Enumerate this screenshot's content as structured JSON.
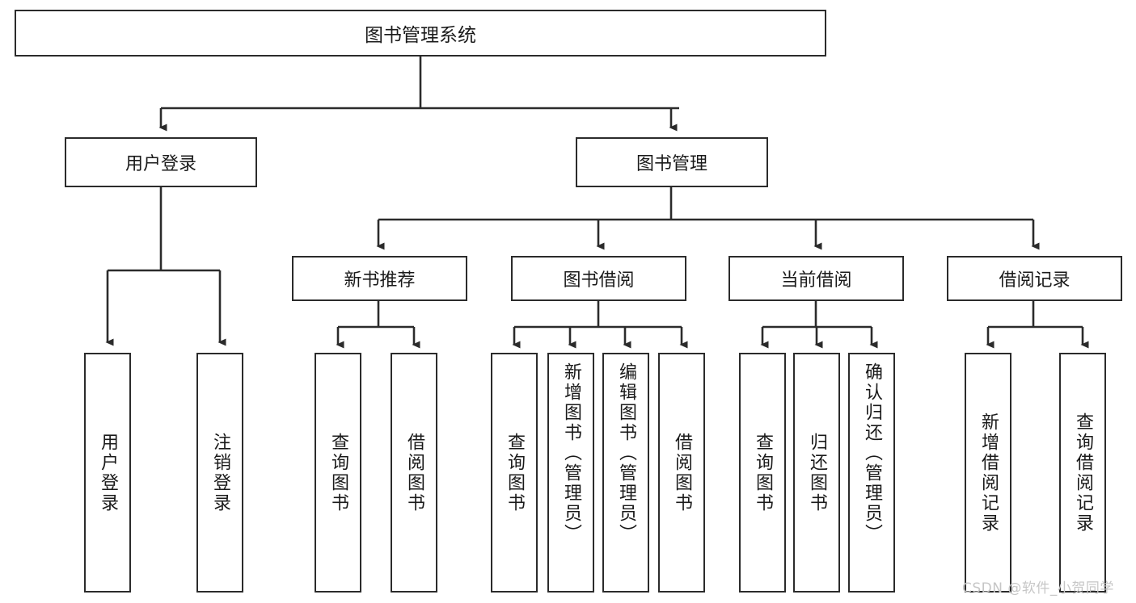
{
  "diagram": {
    "title": "图书管理系统",
    "type": "tree",
    "root": {
      "label": "图书管理系统"
    },
    "level2": [
      {
        "label": "用户登录"
      },
      {
        "label": "图书管理"
      }
    ],
    "level3": [
      {
        "label": "新书推荐"
      },
      {
        "label": "图书借阅"
      },
      {
        "label": "当前借阅"
      },
      {
        "label": "借阅记录"
      }
    ],
    "leaves": {
      "user_login": [
        {
          "label": "用户登录"
        },
        {
          "label": "注销登录"
        }
      ],
      "new_book_recommend": [
        {
          "label": "查询图书"
        },
        {
          "label": "借阅图书"
        }
      ],
      "book_borrow": [
        {
          "label": "查询图书"
        },
        {
          "label": "新增图书（管理员）"
        },
        {
          "label": "编辑图书（管理员）"
        },
        {
          "label": "借阅图书"
        }
      ],
      "current_borrow": [
        {
          "label": "查询图书"
        },
        {
          "label": "归还图书"
        },
        {
          "label": "确认归还（管理员）"
        }
      ],
      "borrow_record": [
        {
          "label": "新增借阅记录"
        },
        {
          "label": "查询借阅记录"
        }
      ]
    }
  },
  "watermark": {
    "text": "CSDN @软件_小贺同学"
  },
  "colors": {
    "stroke": "#2b2b2b",
    "background": "#ffffff",
    "text": "#1a1a1a",
    "watermark": "#c6c6c6"
  }
}
